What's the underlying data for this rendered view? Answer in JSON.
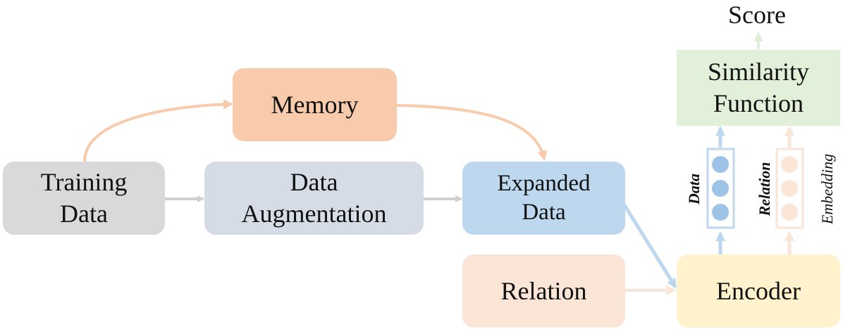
{
  "nodes": {
    "training_data": {
      "label_line1": "Training",
      "label_line2": "Data",
      "color": "#d9d9d9"
    },
    "memory": {
      "label": "Memory",
      "color": "#f8cbad"
    },
    "data_augmentation": {
      "label_line1": "Data",
      "label_line2": "Augmentation",
      "color": "#d6dce5"
    },
    "expanded_data": {
      "label_line1": "Expanded",
      "label_line2": "Data",
      "color": "#bdd7ee"
    },
    "relation": {
      "label": "Relation",
      "color": "#fbe5d6"
    },
    "encoder": {
      "label": "Encoder",
      "color": "#fff2cc"
    },
    "similarity_function": {
      "label_line1": "Similarity",
      "label_line2": "Function",
      "color": "#e2f0d9"
    },
    "score": {
      "label": "Score"
    }
  },
  "embedding_vectors": {
    "data": {
      "label": "Data",
      "color": "#bdd7ee",
      "dot_color": "#9dc3e6"
    },
    "relation": {
      "label": "Relation",
      "color": "#fbe5d6",
      "dot_color": "#f8cbad"
    },
    "caption": "Embedding"
  },
  "edge_colors": {
    "gray": "#d0d0d0",
    "orange": "#f8cbad",
    "blue": "#bdd7ee",
    "peach": "#fbe5d6",
    "green": "#e2f0d9"
  }
}
